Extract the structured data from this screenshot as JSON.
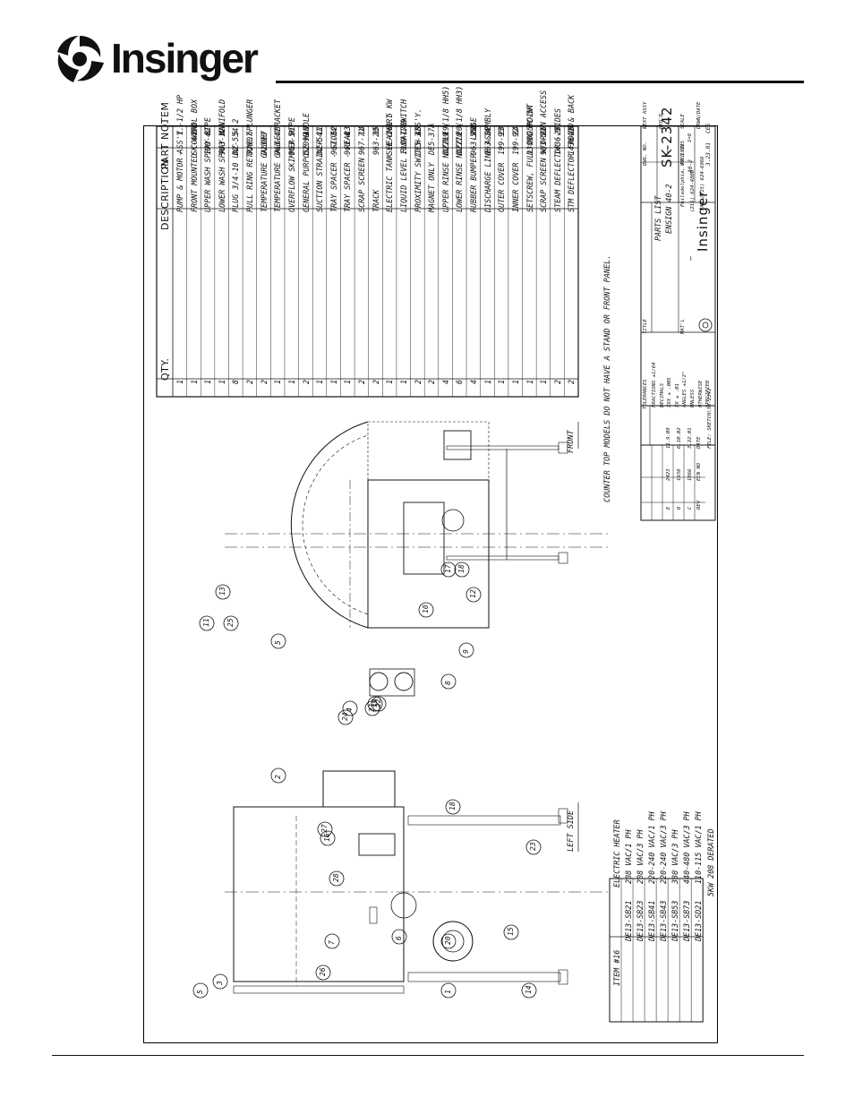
{
  "brand": {
    "name": "Insinger"
  },
  "parts": {
    "headers": {
      "item": "ITEM",
      "part": "PART NO.",
      "desc": "DESCRIPTION",
      "qty": "QTY."
    },
    "rows": [
      {
        "item": "1",
        "part": "—",
        "desc": "PUMP & MOTOR ASS'Y.-1/2 HP",
        "qty": "1"
      },
      {
        "item": "2",
        "part": "SK-4480",
        "desc": "FRONT MOUNTED CONTROL BOX",
        "qty": "1"
      },
      {
        "item": "3",
        "part": "199-42",
        "desc": "UPPER WASH SPRAY PIPE",
        "qty": "1"
      },
      {
        "item": "4",
        "part": "963-12A",
        "desc": "LOWER WASH SPRAY MANIFOLD",
        "qty": "1"
      },
      {
        "item": "5",
        "part": "D2-554-2",
        "desc": "PLUG 3/4-10 UNC",
        "qty": "8"
      },
      {
        "item": "6",
        "part": "D2907",
        "desc": "PULL RING RETRAC. PLUNGER",
        "qty": "2"
      },
      {
        "item": "7",
        "part": "D2390",
        "desc": "TEMPERATURE GAUGE",
        "qty": "2"
      },
      {
        "item": "8",
        "part": "963-47",
        "desc": "TEMPERATURE GAUGE BRACKET",
        "qty": "1"
      },
      {
        "item": "9",
        "part": "963-56",
        "desc": "OVERFLOW SKIMMER PIPE",
        "qty": "1"
      },
      {
        "item": "10",
        "part": "D2099",
        "desc": "GENERAL PURPOSE HANDLE",
        "qty": "2"
      },
      {
        "item": "11",
        "part": "D2-541",
        "desc": "SUCTION STRAINER",
        "qty": "1"
      },
      {
        "item": "12",
        "part": "967-74",
        "desc": "TRAY SPACER - SIDE",
        "qty": "1"
      },
      {
        "item": "13",
        "part": "963-4",
        "desc": "TRAY SPACER - REAR",
        "qty": "1"
      },
      {
        "item": "14",
        "part": "967-71",
        "desc": "SCRAP SCREEN",
        "qty": "2"
      },
      {
        "item": "15",
        "part": "963-20",
        "desc": "TRACK",
        "qty": "2"
      },
      {
        "item": "16",
        "part": "SEE CHART",
        "desc": "ELECTRIC TANK HEAT 1.5 KW",
        "qty": "1"
      },
      {
        "item": "17",
        "part": "1089-189",
        "desc": "LIQUID LEVEL FLOAT SWITCH",
        "qty": "1"
      },
      {
        "item": "18",
        "part": "DE5-37",
        "desc": "PROXIMITY SWITCH ASS'Y.",
        "qty": "2"
      },
      {
        "item": "",
        "part": "DE5-37A",
        "desc": "MAGNET ONLY",
        "qty": "2"
      },
      {
        "item": "19",
        "part": "D2769",
        "desc": "UPPER RINSE NOZZLE (1/8 HH5)",
        "qty": "4"
      },
      {
        "item": "20",
        "part": "D2770",
        "desc": "LOWER RINSE NOZZLE (1/8 HH3)",
        "qty": "6"
      },
      {
        "item": "21",
        "part": "963-55B",
        "desc": "RUBBER BUMPER - LARGE",
        "qty": "4"
      },
      {
        "item": "22",
        "part": "963-7A",
        "desc": "DISCHARGE LINE ASSEMBLY",
        "qty": "1"
      },
      {
        "item": "23",
        "part": "199-93",
        "desc": "OUTER COVER",
        "qty": "1"
      },
      {
        "item": "24",
        "part": "199-92",
        "desc": "INNER COVER",
        "qty": "1"
      },
      {
        "item": "25",
        "part": "D309C-HC-5K",
        "desc": "SETSCREW, FULL DOG POINT",
        "qty": "1"
      },
      {
        "item": "26",
        "part": "963-57",
        "desc": "SCRAP SCREEN W/DRAIN ACCESS",
        "qty": "1"
      },
      {
        "item": "27",
        "part": "1436-9",
        "desc": "STEAM DEFLECTOR - SIDES",
        "qty": "2"
      },
      {
        "item": "28",
        "part": "1436-10",
        "desc": "STM DEFLECTOR FRONT & BACK",
        "qty": "2"
      }
    ]
  },
  "heater": {
    "header": {
      "item": "ITEM #16",
      "desc": "ELECTRIC HEATER"
    },
    "rows": [
      {
        "part": "DE13-SB21",
        "desc": "208 VAC/1 PH"
      },
      {
        "part": "DE13-SB23",
        "desc": "208 VAC/3 PH"
      },
      {
        "part": "DE13-SB41",
        "desc": "220-240 VAC/1 PH"
      },
      {
        "part": "DE13-SB43",
        "desc": "220-240 VAC/3 PH"
      },
      {
        "part": "DE13-SB53",
        "desc": "380 VAC/3 PH"
      },
      {
        "part": "DE13-SB73",
        "desc": "440-480 VAC/3 PH"
      },
      {
        "part": "DE13-SD21",
        "desc": "110-115 VAC/1 PH"
      }
    ],
    "note": "5KW 208 DERATED"
  },
  "views": {
    "left": "LEFT SIDE",
    "front": "FRONT"
  },
  "note": "COUNTER TOP MODELS DO NOT HAVE A STAND OR FRONT PANEL.",
  "revisions": {
    "rows": [
      {
        "rev": "E",
        "ecn": "2423",
        "date": "11.9.09"
      },
      {
        "rev": "D",
        "ecn": "1938",
        "date": "6.10.02"
      },
      {
        "rev": "C",
        "ecn": "1866",
        "date": "3.22.01"
      }
    ],
    "headers": {
      "rev": "REV",
      "ecn": "ECN NO",
      "date": "DATE"
    },
    "file": "FILE: SKETCH\\SK-2342"
  },
  "tolerances": {
    "title": "TOLERANCES",
    "lines": [
      "FRACTIONS ±1/64",
      "DECIMALS",
      "XXX ± .005",
      "XX ± .01",
      "ANGLES ±1/2°",
      "UNLESS",
      "OTHERWISE",
      "SPECIFIED"
    ]
  },
  "titleblock": {
    "title_label": "TITLE",
    "title_1": "PARTS LIST",
    "title_2": "ENSIGN 40-2",
    "matl_label": "MAT'L",
    "matl_value": "—",
    "address": [
      "Philadelphia, PA 19135",
      "(215) 624-4800",
      "FAX (215) 624-6966"
    ],
    "next_assy_label": "NEXT ASSY",
    "dwg_no_label": "DWG. NO.",
    "dwg_no": "SK-2342",
    "reqd_label": "REQ'D",
    "reqd_value": "—",
    "scale_label": "SCALE",
    "scale_value": "1=8",
    "used_on_label": "USED ON",
    "used_on_value": "40-2",
    "drawn_label": "DRWN/DATE",
    "drawn_by": "CES",
    "drawn_date": "3.23.01"
  },
  "callouts": [
    "1",
    "2",
    "3",
    "5",
    "5",
    "6",
    "7",
    "8",
    "9",
    "10",
    "11",
    "12",
    "13",
    "14",
    "15",
    "16",
    "17",
    "18",
    "18",
    "19",
    "20",
    "21",
    "22",
    "23",
    "24",
    "25",
    "26",
    "27",
    "28",
    "4"
  ]
}
